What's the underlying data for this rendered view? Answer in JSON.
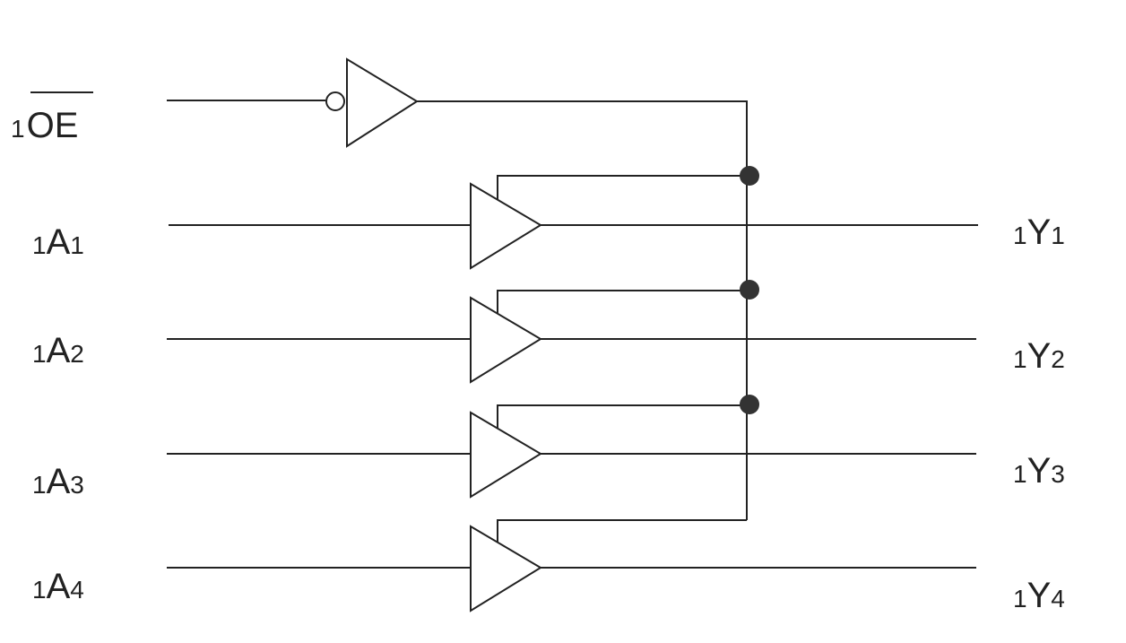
{
  "enable": {
    "prefix": "1",
    "name": "OE"
  },
  "inputs": [
    {
      "prefix": "1",
      "letter": "A",
      "index": "1"
    },
    {
      "prefix": "1",
      "letter": "A",
      "index": "2"
    },
    {
      "prefix": "1",
      "letter": "A",
      "index": "3"
    },
    {
      "prefix": "1",
      "letter": "A",
      "index": "4"
    }
  ],
  "outputs": [
    {
      "prefix": "1",
      "letter": "Y",
      "index": "1"
    },
    {
      "prefix": "1",
      "letter": "Y",
      "index": "2"
    },
    {
      "prefix": "1",
      "letter": "Y",
      "index": "3"
    },
    {
      "prefix": "1",
      "letter": "Y",
      "index": "4"
    }
  ]
}
